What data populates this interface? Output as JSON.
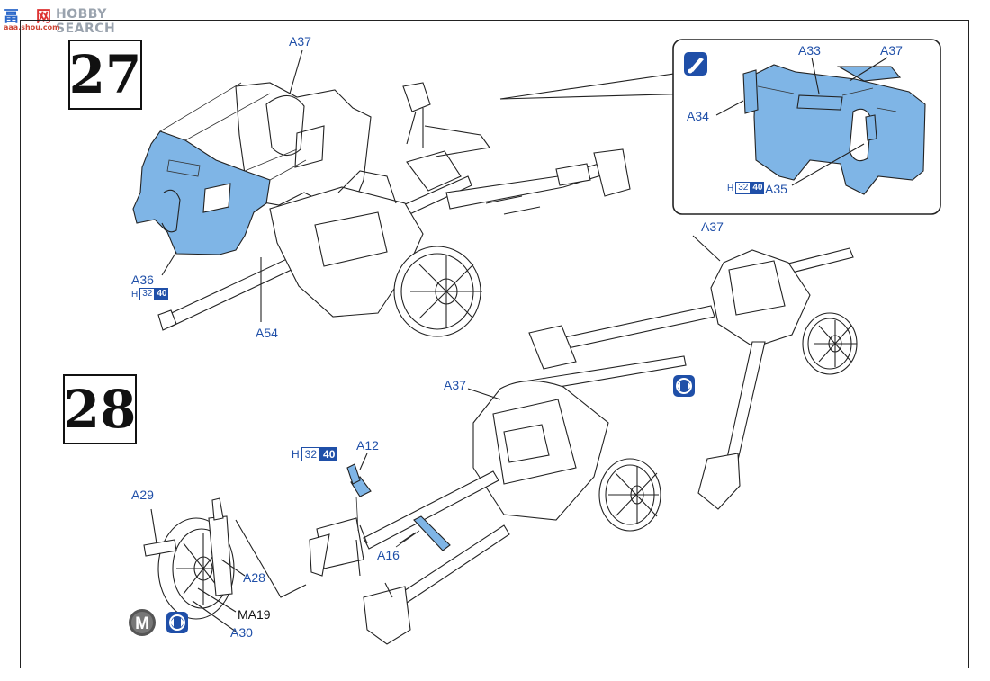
{
  "watermark": {
    "logo_chars": "畐",
    "logo_char2": "网",
    "text": "HOBBY SEARCH",
    "url": "aaa.shou.com"
  },
  "steps": {
    "step1": "27",
    "step2": "28"
  },
  "colors": {
    "part_highlight": "#7fb5e6",
    "label": "#1f4fa8",
    "paint_badge": "#1f4fa8",
    "metal_badge": "#555555"
  },
  "paint_ref": {
    "h": "H",
    "a": "32",
    "b": "40"
  },
  "labels": {
    "a37_top": "A37",
    "a36": "A36",
    "a54": "A54",
    "a33": "A33",
    "a37_detail": "A37",
    "a34": "A34",
    "a35": "A35",
    "a37_right": "A37",
    "a37_step28": "A37",
    "a12": "A12",
    "a16": "A16",
    "a29": "A29",
    "a28": "A28",
    "ma19": "MA19",
    "a30": "A30"
  },
  "icons": {
    "glue": "glue-icon",
    "rotate": "rotate-view-icon",
    "metal": "metal-part-icon"
  },
  "metal_letter": "M"
}
